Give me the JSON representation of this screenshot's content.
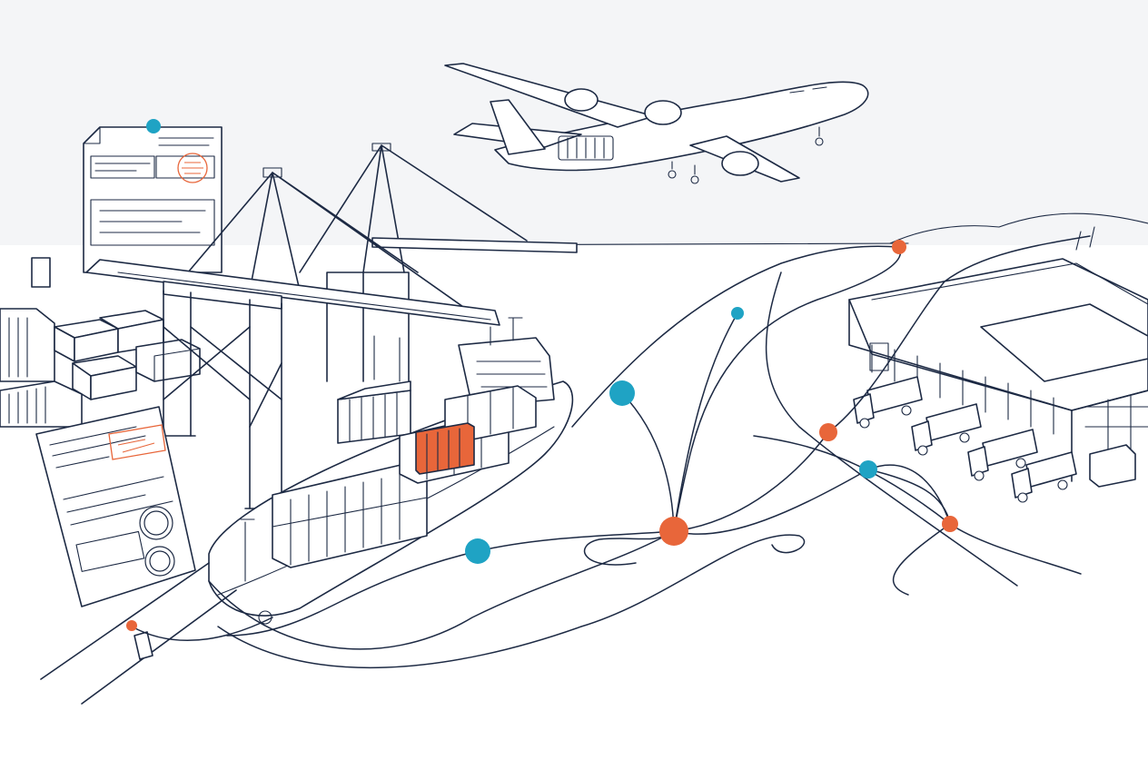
{
  "palette": {
    "ink": "#1d2a44",
    "accent_orange": "#e8663a",
    "accent_teal": "#1fa3c4",
    "sky": "#f4f5f7",
    "background": "#ffffff"
  },
  "nodes": [
    {
      "id": "node-doc",
      "color": "teal",
      "size": "small"
    },
    {
      "id": "node-horizon",
      "color": "orange",
      "size": "small"
    },
    {
      "id": "node-sea-upper",
      "color": "teal",
      "size": "small"
    },
    {
      "id": "node-sea-mid",
      "color": "teal",
      "size": "large"
    },
    {
      "id": "node-junction",
      "color": "orange",
      "size": "large"
    },
    {
      "id": "node-ship-bow",
      "color": "teal",
      "size": "large"
    },
    {
      "id": "node-warehouse-road",
      "color": "orange",
      "size": "medium"
    },
    {
      "id": "node-dock",
      "color": "teal",
      "size": "medium"
    },
    {
      "id": "node-truck-exit",
      "color": "orange",
      "size": "medium"
    },
    {
      "id": "node-quay",
      "color": "orange",
      "size": "small"
    }
  ],
  "icons": [
    "airplane-icon",
    "cargo-ship-icon",
    "gantry-crane-icon",
    "warehouse-icon",
    "truck-icon",
    "shipping-container-icon",
    "customs-document-icon",
    "stamp-icon"
  ]
}
